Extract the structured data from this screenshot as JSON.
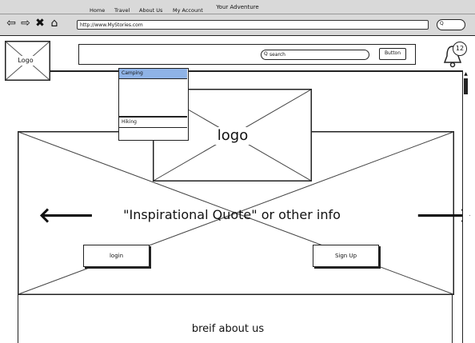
{
  "window": {
    "title": "Your Adventure"
  },
  "browser": {
    "url": "http://www.MyStories.com",
    "search_glyph": "Q",
    "back_icon": "arrow-left-icon",
    "forward_icon": "arrow-right-icon",
    "stop_icon": "close-icon",
    "home_icon": "home-icon"
  },
  "header": {
    "logo_label": "Logo",
    "nav": [
      "Home",
      "Travel",
      "About Us",
      "My Account"
    ],
    "search_placeholder": "search",
    "button_label": "Button",
    "notification_count": "12"
  },
  "dropdown": {
    "items": [
      "Camping",
      "",
      "",
      "",
      "",
      "Hiking",
      ""
    ],
    "selected": "Camping"
  },
  "hero": {
    "logo_label": "logo",
    "quote": "\"Inspirational Quote\" or other info",
    "login_label": "login",
    "signup_label": "Sign Up"
  },
  "about": {
    "text": "breif about us"
  },
  "colors": {
    "selected_highlight": "#8fb3e6",
    "chrome_gray": "#d9d9d9"
  }
}
